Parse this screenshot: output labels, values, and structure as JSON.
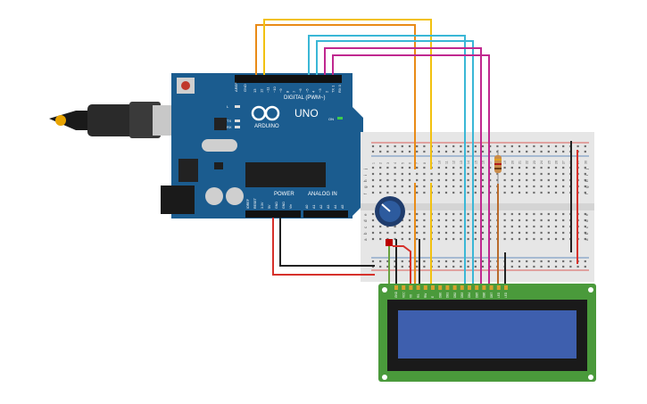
{
  "arduino": {
    "brand": "ARDUINO",
    "model": "UNO",
    "label_digital": "DIGITAL (PWM~)",
    "label_power": "POWER",
    "label_analog": "ANALOG IN",
    "label_on": "ON",
    "label_aref": "AREF",
    "label_gnd": "GND",
    "label_l": "L",
    "label_tx": "TX",
    "label_rx": "RX",
    "digital_pins": [
      "13",
      "12",
      "~11",
      "~10",
      "~9",
      "8",
      "7",
      "~6",
      "~5",
      "4",
      "~3",
      "2",
      "TX 1",
      "RX 0"
    ],
    "power_pins": [
      "IOREF",
      "RESET",
      "3.3V",
      "5V",
      "GND",
      "GND",
      "Vin"
    ],
    "analog_pins": [
      "A0",
      "A1",
      "A2",
      "A3",
      "A4",
      "A5"
    ]
  },
  "breadboard": {
    "row_letters_top": [
      "j",
      "i",
      "h",
      "g",
      "f"
    ],
    "row_letters_bottom": [
      "e",
      "d",
      "c",
      "b",
      "a"
    ],
    "column_numbers": [
      "1",
      "2",
      "3",
      "4",
      "5",
      "6",
      "7",
      "8",
      "9",
      "10",
      "11",
      "12",
      "13",
      "14",
      "15",
      "16",
      "17",
      "18",
      "19",
      "20",
      "21",
      "22",
      "23",
      "24",
      "25",
      "26",
      "27",
      "28",
      "29",
      "30"
    ]
  },
  "lcd": {
    "pin_labels": [
      "GND",
      "VCC",
      "V0",
      "RS",
      "RW",
      "E",
      "DB0",
      "DB1",
      "DB2",
      "DB3",
      "DB4",
      "DB5",
      "DB6",
      "DB7",
      "LED",
      "LED"
    ]
  },
  "colors": {
    "board_blue": "#1b5c8f",
    "breadboard": "#e6e6e6",
    "lcd_pcb": "#4a9a3b",
    "lcd_screen": "#3e5fae",
    "wire_orange": "#e98b17",
    "wire_yellow": "#f2c10f",
    "wire_cyan": "#3ab7d6",
    "wire_magenta": "#c0288f",
    "wire_red": "#d6312b",
    "wire_black": "#222222",
    "wire_green": "#6aa341"
  }
}
